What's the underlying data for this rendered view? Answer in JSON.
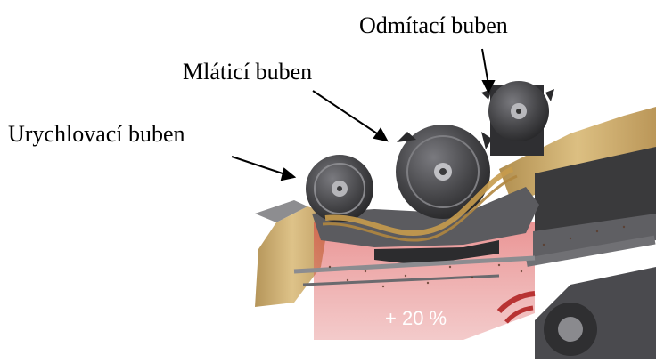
{
  "labels": {
    "odmitaci": "Odmítací buben",
    "mlatici": "Mláticí buben",
    "urychlovaci": "Urychlovací buben"
  },
  "badge": {
    "text": "+ 20 %"
  },
  "colors": {
    "highlight": "#e26a6a",
    "drum_dark": "#3b3b3d",
    "drum_mid": "#5a5a5d",
    "straw": "#c9a25a",
    "frame": "#6e6e72"
  }
}
